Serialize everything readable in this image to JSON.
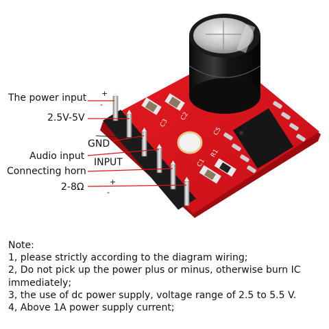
{
  "labels": {
    "power_input": "The power input",
    "voltage": "2.5V-5V",
    "gnd": "GND",
    "audio_input": "Audio input",
    "input": "INPUT",
    "horn": "Connecting horn",
    "ohm": "2-8Ω",
    "plus": "+",
    "minus": "-"
  },
  "silkscreen": {
    "c3": "C3",
    "c2": "C2",
    "c1": "C1",
    "r1": "R1",
    "c5": "C5"
  },
  "notes": {
    "title": "Note:",
    "line1": "1, please strictly according to the diagram wiring;",
    "line2": "2, Do not pick up the power plus or minus, otherwise burn IC immediately;",
    "line3": "3, the use of dc power supply, voltage range of 2.5 to 5.5 V.",
    "line4": "4, Above 1A power supply current;"
  },
  "colors": {
    "pcb": "#d8131b",
    "pcb_dark": "#a50c12",
    "capacitor": "#1e1e1e",
    "capacitor_top": "#c8c8c8",
    "pin_header": "#222222",
    "pin_metal": "#c9c9c9",
    "leader_line": "#d81414"
  }
}
